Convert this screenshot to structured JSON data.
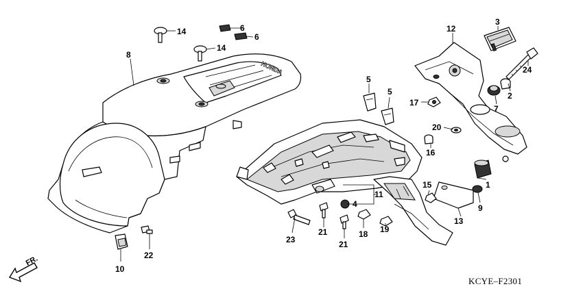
{
  "diagram_code": "KCYE–F2301",
  "direction_label": "FR.",
  "embossed_text": "HONDA",
  "callouts": [
    {
      "id": "c1",
      "label": "1"
    },
    {
      "id": "c2",
      "label": "2"
    },
    {
      "id": "c3",
      "label": "3"
    },
    {
      "id": "c4",
      "label": "4"
    },
    {
      "id": "c5a",
      "label": "5"
    },
    {
      "id": "c5b",
      "label": "5"
    },
    {
      "id": "c6a",
      "label": "6"
    },
    {
      "id": "c6b",
      "label": "6"
    },
    {
      "id": "c7",
      "label": "7"
    },
    {
      "id": "c8",
      "label": "8"
    },
    {
      "id": "c9",
      "label": "9"
    },
    {
      "id": "c10",
      "label": "10"
    },
    {
      "id": "c11",
      "label": "11"
    },
    {
      "id": "c12",
      "label": "12"
    },
    {
      "id": "c13",
      "label": "13"
    },
    {
      "id": "c14a",
      "label": "14"
    },
    {
      "id": "c14b",
      "label": "14"
    },
    {
      "id": "c15",
      "label": "15"
    },
    {
      "id": "c16",
      "label": "16"
    },
    {
      "id": "c17",
      "label": "17"
    },
    {
      "id": "c18",
      "label": "18"
    },
    {
      "id": "c19",
      "label": "19"
    },
    {
      "id": "c20",
      "label": "20"
    },
    {
      "id": "c21a",
      "label": "21"
    },
    {
      "id": "c21b",
      "label": "21"
    },
    {
      "id": "c22",
      "label": "22"
    },
    {
      "id": "c23",
      "label": "23"
    },
    {
      "id": "c24",
      "label": "24"
    }
  ]
}
